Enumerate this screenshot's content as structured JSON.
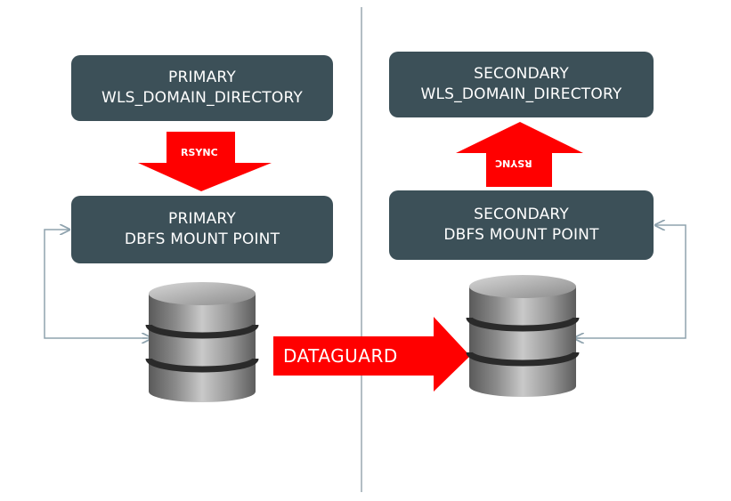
{
  "primary": {
    "wls_box": {
      "line1": "PRIMARY",
      "line2": "WLS_DOMAIN_DIRECTORY"
    },
    "dbfs_box": {
      "line1": "PRIMARY",
      "line2": "DBFS MOUNT POINT"
    },
    "rsync_label": "RSYNC"
  },
  "secondary": {
    "wls_box": {
      "line1": "SECONDARY",
      "line2": "WLS_DOMAIN_DIRECTORY"
    },
    "dbfs_box": {
      "line1": "SECONDARY",
      "line2": "DBFS MOUNT POINT"
    },
    "rsync_label": "RSYNC"
  },
  "dataguard_label": "DATAGUARD",
  "colors": {
    "box": "#3c5058",
    "arrow": "#ff0000",
    "divider": "#9aa8b0",
    "loop": "#8fa3ae"
  }
}
